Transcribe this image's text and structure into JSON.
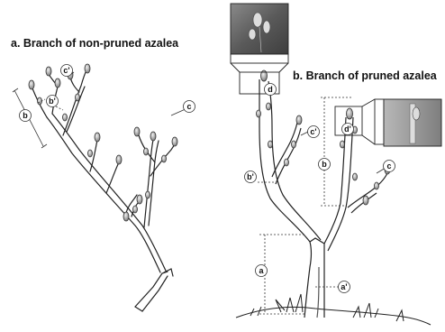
{
  "panel_a": {
    "title": "a. Branch of non-pruned azalea",
    "labels": {
      "b": "b",
      "b_prime": "b'",
      "c": "c",
      "c_prime": "c'"
    }
  },
  "panel_b": {
    "title": "b. Branch of pruned azalea",
    "labels": {
      "a": "a",
      "a_prime": "a'",
      "b": "b",
      "b_prime": "b'",
      "c": "c",
      "c_prime": "c'",
      "d": "d",
      "d_prime": "d'"
    }
  }
}
